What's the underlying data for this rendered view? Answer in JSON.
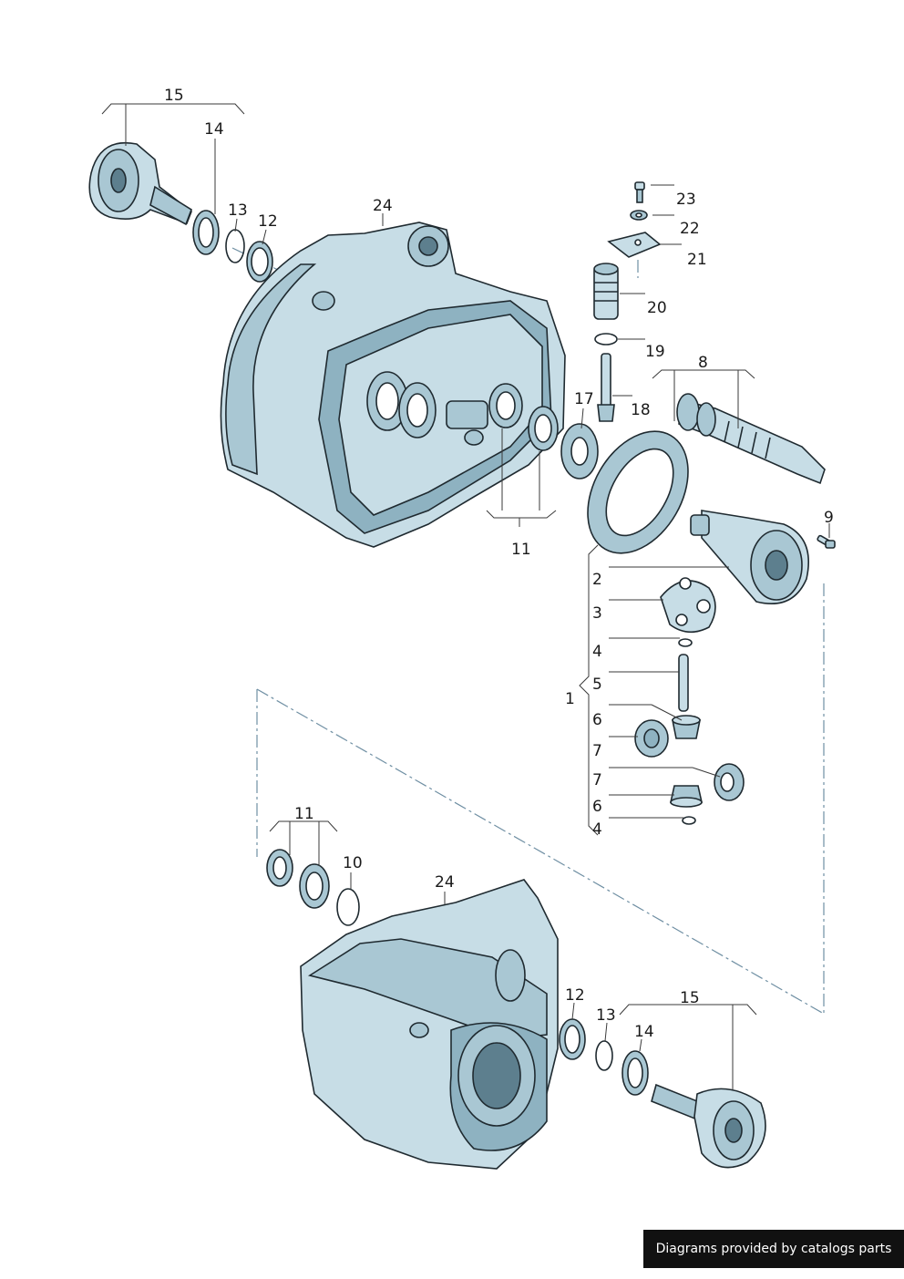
{
  "callouts": {
    "top": [
      "15",
      "14",
      "13",
      "12",
      "24",
      "23",
      "22",
      "21",
      "20",
      "19",
      "17",
      "18",
      "8",
      "11",
      "9"
    ],
    "middle": [
      "2",
      "3",
      "4",
      "5",
      "1",
      "6",
      "7",
      "7",
      "6",
      "4"
    ],
    "bottom": [
      "11",
      "10",
      "24",
      "12",
      "13",
      "14",
      "15"
    ]
  },
  "footer": {
    "credit": "Diagrams provided by catalogs parts"
  },
  "colors": {
    "part_fill": "#c7dde6",
    "part_shadow": "#8eb2c1",
    "outline": "#1f2a30",
    "centerline": "#6f8fa3"
  }
}
